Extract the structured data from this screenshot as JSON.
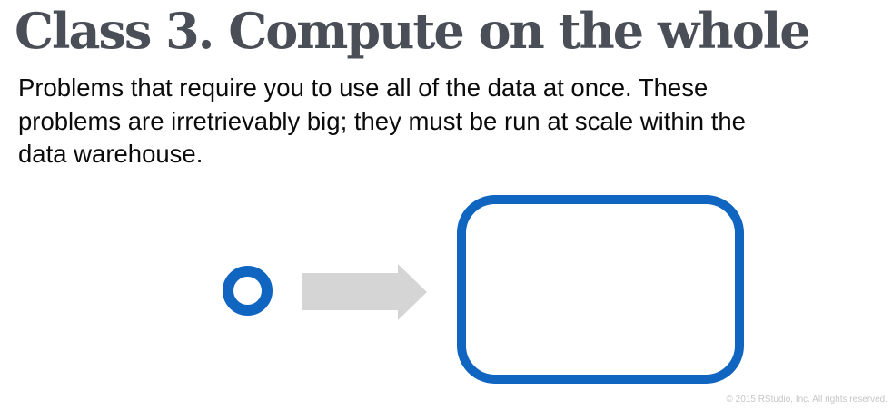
{
  "slide": {
    "title": "Class 3. Compute on the whole",
    "body_lines": {
      "0": "Problems that require you to use all of the data at once. These",
      "1": "problems are irretrievably big; they must be run at scale within the",
      "2": "data warehouse."
    },
    "diagram": {
      "small_circle_icon": "small-data-circle",
      "arrow_icon": "right-arrow",
      "large_box_icon": "whole-data-box"
    },
    "footer": "© 2015 RStudio, Inc. All rights reserved.",
    "colors": {
      "accent_blue": "#1065c1",
      "title_gray": "#4a4e57",
      "arrow_gray": "#d5d5d5",
      "footer_gray": "#c6c6c6",
      "body_black": "#0b0b0b"
    }
  }
}
